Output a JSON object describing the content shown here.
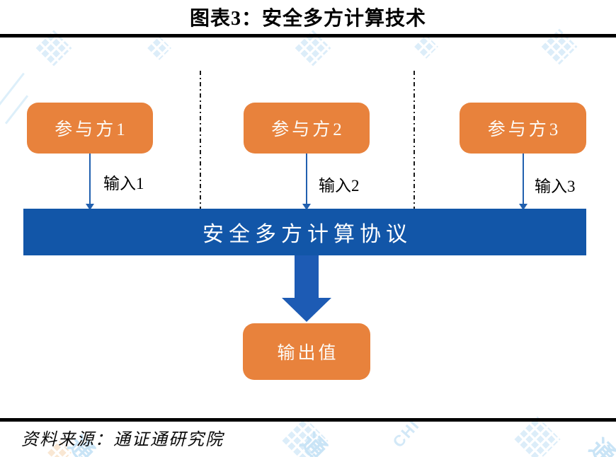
{
  "figure": {
    "title": "图表3：安全多方计算技术",
    "source": "资料来源：通证通研究院"
  },
  "diagram": {
    "type": "flowchart",
    "participants": [
      {
        "label": "参与方1",
        "input_label": "输入1"
      },
      {
        "label": "参与方2",
        "input_label": "输入2"
      },
      {
        "label": "参与方3",
        "input_label": "输入3"
      }
    ],
    "protocol_label": "安全多方计算协议",
    "output_label": "输出值"
  },
  "watermarks": {
    "logo_char": "通",
    "fragment": "CHI",
    "color": "#D7EBF8"
  },
  "colors": {
    "participant_fill": "#E8823C",
    "protocol_fill": "#1256A8",
    "arrow_blue": "#1D5BB4",
    "thin_arrow_blue": "#2160AF",
    "rule_black": "#000000",
    "box_text": "#FDFBF7",
    "watermark_blue": "#D7EBF8",
    "watermark_orange": "#F8E3CC"
  }
}
